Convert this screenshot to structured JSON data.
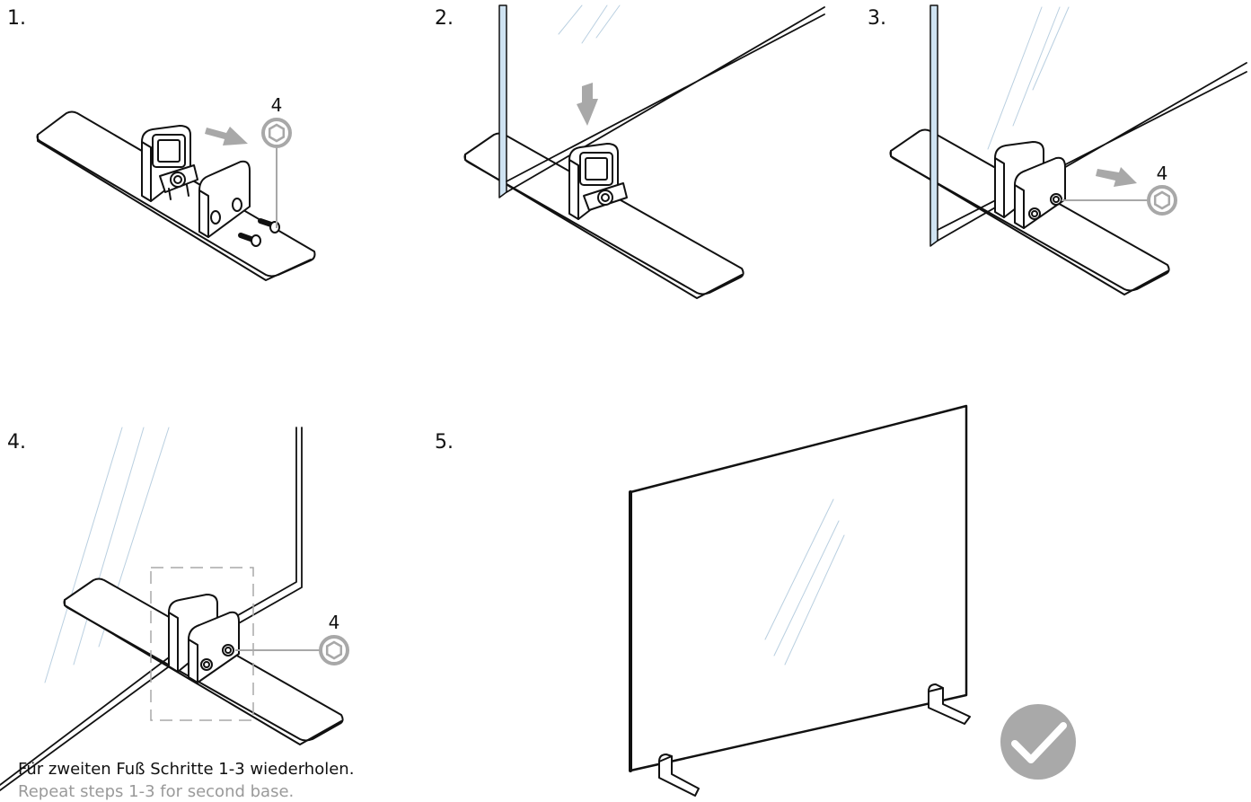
{
  "steps": {
    "s1": {
      "label": "1.",
      "allen_size": "4"
    },
    "s2": {
      "label": "2."
    },
    "s3": {
      "label": "3.",
      "allen_size": "4"
    },
    "s4": {
      "label": "4.",
      "allen_size": "4"
    },
    "s5": {
      "label": "5."
    }
  },
  "caption": {
    "de": "Für zweiten Fuß Schritte 1-3 wiederholen.",
    "en": "Repeat steps 1-3 for second base."
  },
  "colors": {
    "line": "#111111",
    "hint": "#a8a8a8",
    "glass_edge": "#cfe3f2",
    "glass_reflection": "#b9cfe0",
    "check_badge": "#a9a9a9"
  }
}
